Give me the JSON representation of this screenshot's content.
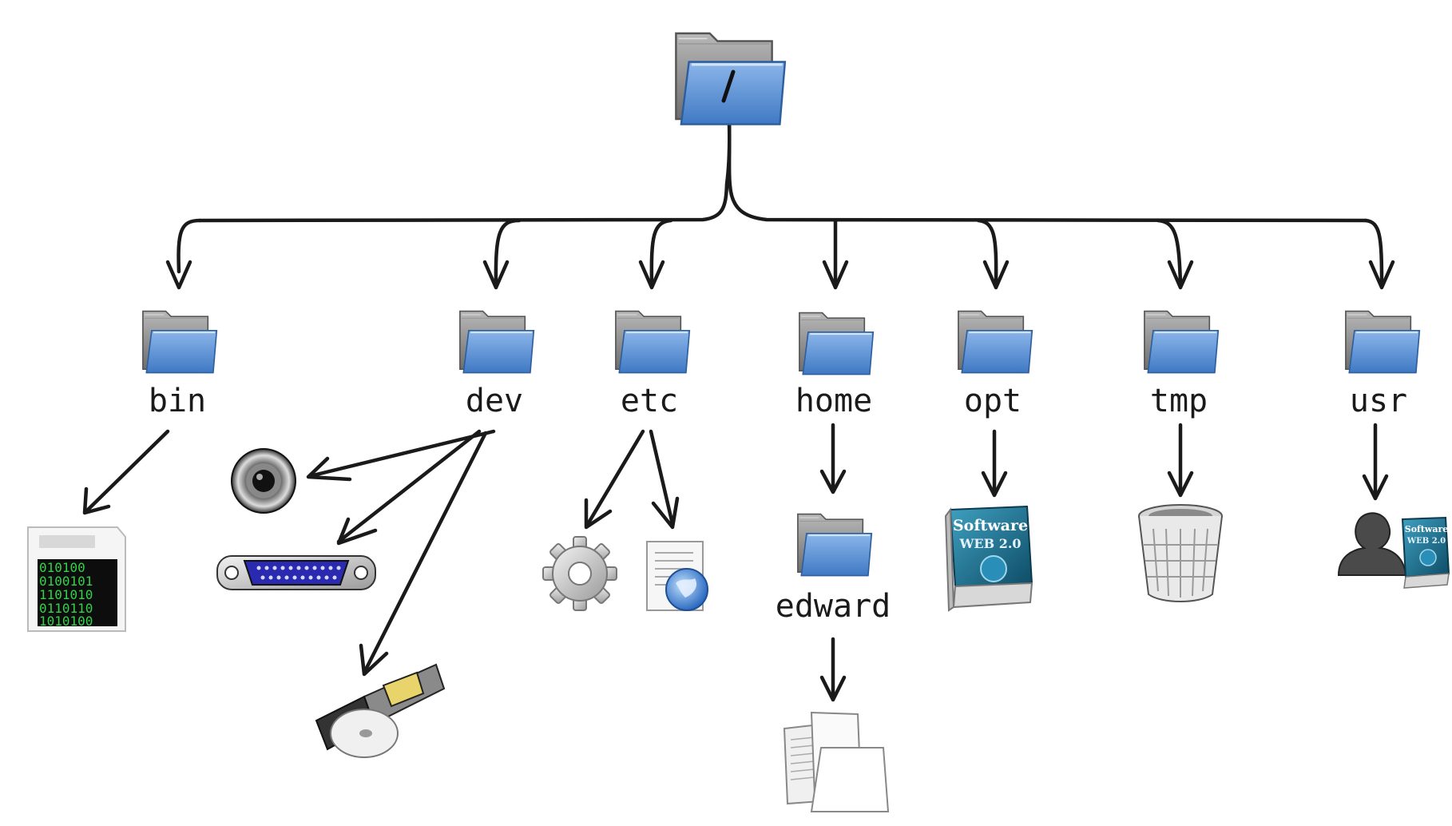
{
  "root": {
    "label": "/",
    "icon": "folder-icon"
  },
  "directories": [
    {
      "key": "bin",
      "label": "bin",
      "icon": "folder-icon"
    },
    {
      "key": "dev",
      "label": "dev",
      "icon": "folder-icon"
    },
    {
      "key": "etc",
      "label": "etc",
      "icon": "folder-icon"
    },
    {
      "key": "home",
      "label": "home",
      "icon": "folder-icon"
    },
    {
      "key": "opt",
      "label": "opt",
      "icon": "folder-icon"
    },
    {
      "key": "tmp",
      "label": "tmp",
      "icon": "folder-icon"
    },
    {
      "key": "usr",
      "label": "usr",
      "icon": "folder-icon"
    }
  ],
  "home_child": {
    "label": "edward",
    "icon": "folder-icon"
  },
  "leaf_icons": {
    "bin": [
      "binary-file-icon"
    ],
    "dev": [
      "webcam-icon",
      "serial-port-icon",
      "optical-drive-icon"
    ],
    "etc": [
      "gear-icon",
      "web-document-icon"
    ],
    "edward": [
      "documents-icon"
    ],
    "opt": [
      "software-box-icon"
    ],
    "tmp": [
      "trash-can-icon"
    ],
    "usr": [
      "user-software-icon"
    ]
  },
  "software_box": {
    "brand": "Software",
    "product": "WEB 2.0"
  },
  "binary_rows": [
    "010100",
    "0100101",
    "1101010",
    "0110110",
    "1010100"
  ],
  "colors": {
    "folder_front": "#5b93d9",
    "folder_back": "#8a8a8a",
    "ink": "#1a1a1a",
    "box_teal": "#1d6b8c"
  }
}
